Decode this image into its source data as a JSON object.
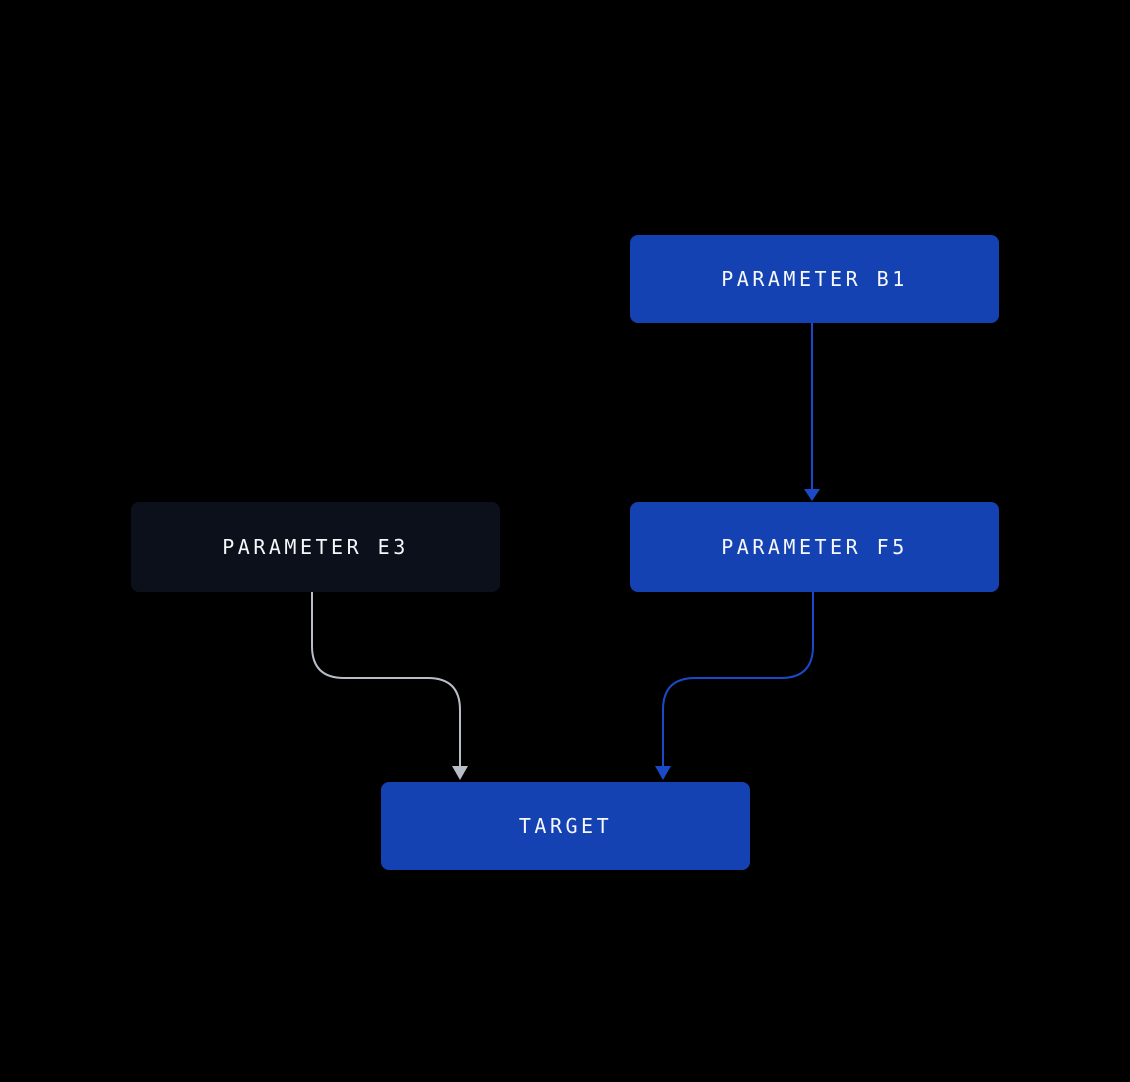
{
  "diagram": {
    "nodes": [
      {
        "id": "parameter-b1",
        "label": "PARAMETER B1",
        "variant": "blue"
      },
      {
        "id": "parameter-e3",
        "label": "PARAMETER E3",
        "variant": "dark"
      },
      {
        "id": "parameter-f5",
        "label": "PARAMETER F5",
        "variant": "blue"
      },
      {
        "id": "target",
        "label": "TARGET",
        "variant": "blue"
      }
    ],
    "edges": [
      {
        "from": "PARAMETER B1",
        "to": "PARAMETER F5",
        "style": "blue",
        "shape": "straight-down"
      },
      {
        "from": "PARAMETER E3",
        "to": "TARGET",
        "style": "gray",
        "shape": "smooth-step"
      },
      {
        "from": "PARAMETER F5",
        "to": "TARGET",
        "style": "blue",
        "shape": "smooth-step"
      }
    ]
  },
  "colors": {
    "background": "#000000",
    "node_blue": "#1542b3",
    "node_dark": "#0b101b",
    "node_text": "#f5f7fa",
    "edge_blue": "#1b49c8",
    "edge_gray": "#b9bdc6"
  }
}
